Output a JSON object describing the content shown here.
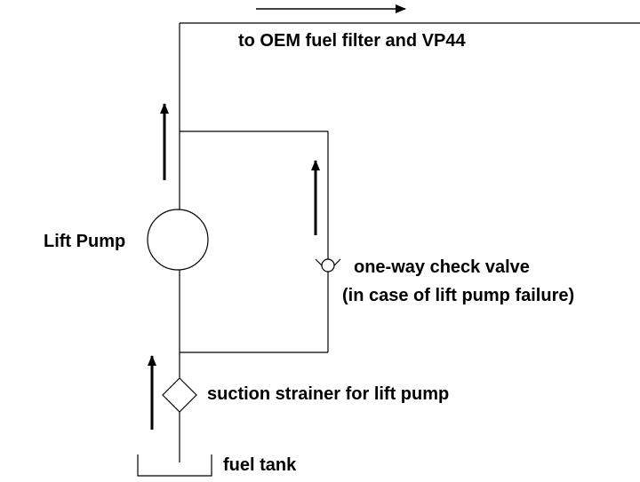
{
  "labels": {
    "destination": "to OEM fuel filter and VP44",
    "lift_pump": "Lift Pump",
    "check_valve": "one-way check valve",
    "check_valve_note": "(in case of lift pump failure)",
    "strainer": "suction strainer for lift pump",
    "fuel_tank": "fuel tank"
  },
  "colors": {
    "line": "#000000",
    "background": "#ffffff"
  }
}
